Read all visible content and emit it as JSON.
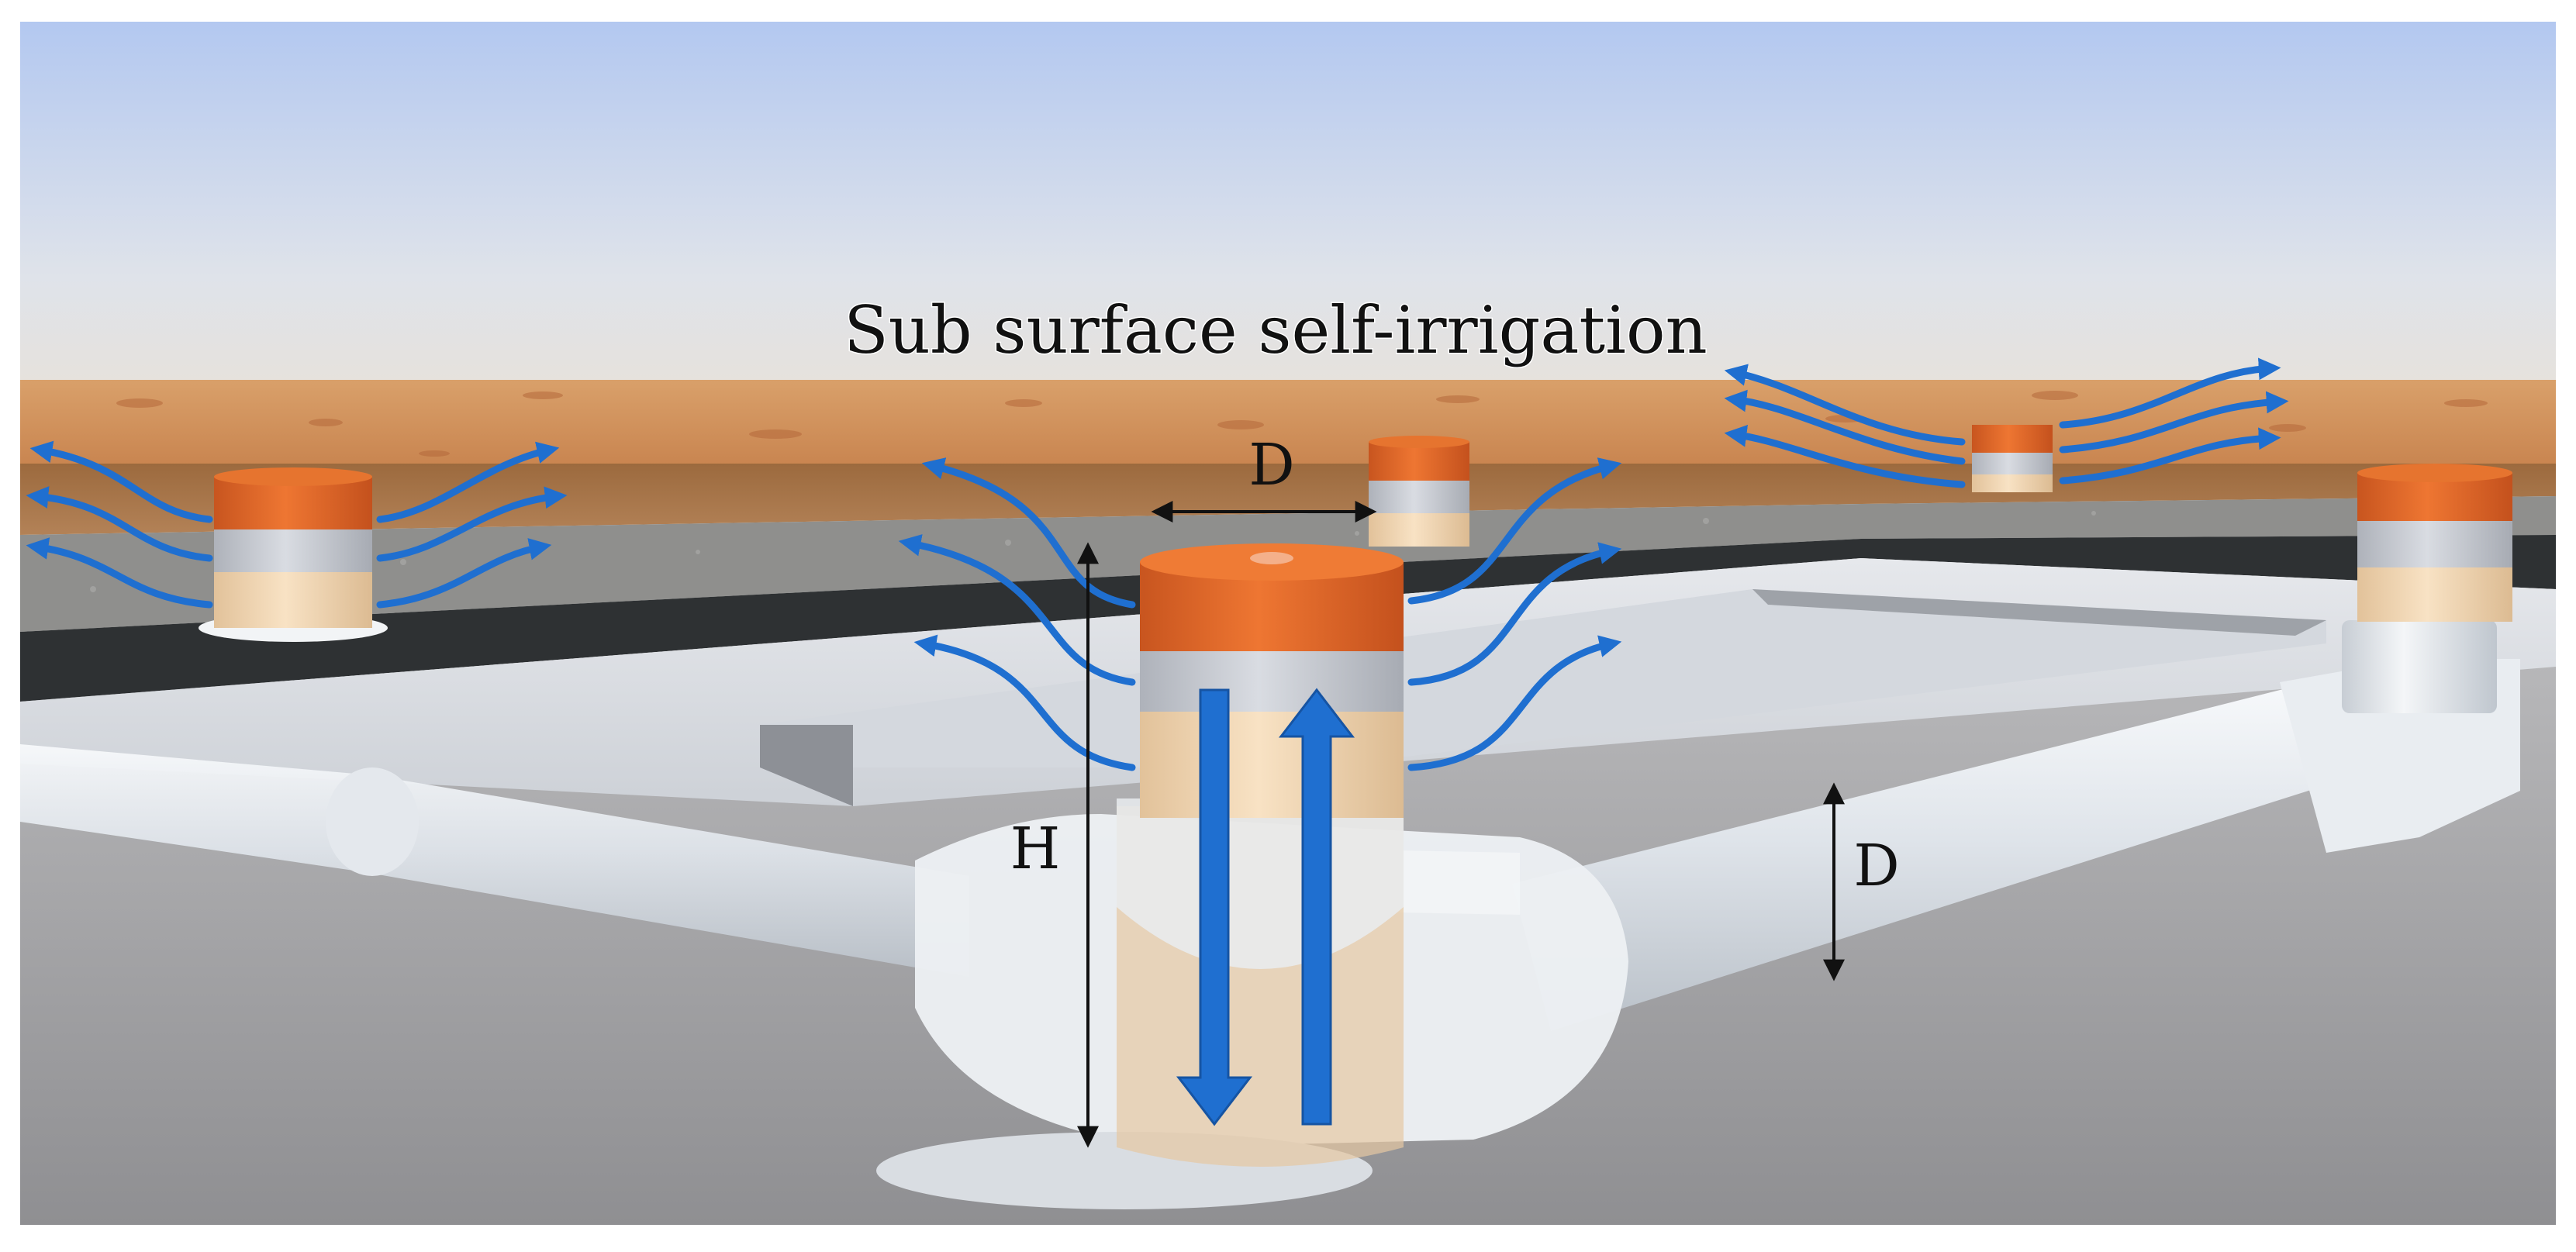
{
  "title": "Sub surface self-irrigation",
  "dimension_labels": {
    "emitter_diameter": "D",
    "emitter_height": "H",
    "pipe_diameter": "D"
  },
  "colors": {
    "water_flow": "#1f6fd0",
    "cap": "#e2672a",
    "band_grey": "#c8cbd2",
    "band_sand": "#f0d6b2",
    "pipe": "#e8ecf0",
    "soil": "#c98a52",
    "sky_top": "#b9cdf0",
    "ground": "#9a9a9c"
  }
}
